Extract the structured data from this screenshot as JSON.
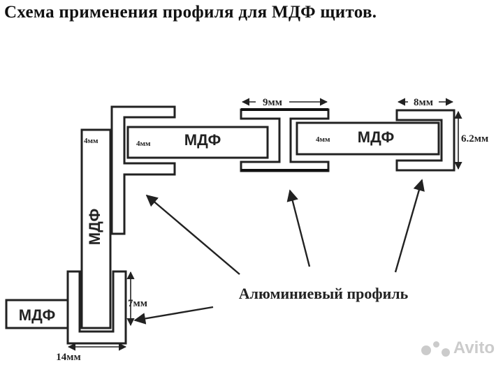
{
  "title": "Схема применения профиля для МДФ щитов.",
  "diagram": {
    "panel_labels": {
      "corner_top": "МДФ",
      "middle": "МДФ",
      "vertical": "МДФ",
      "bottom": "МДФ"
    },
    "thickness_labels": {
      "vertical": "4мм",
      "corner_top": "4мм",
      "middle": "4мм"
    },
    "dimensions": {
      "h_joint_width": "9мм",
      "end_cap_width": "8мм",
      "end_cap_height": "6.2мм",
      "bottom_height": "7мм",
      "bottom_width": "14мм"
    },
    "callout": "Алюминиевый профиль"
  },
  "watermark": "Avito"
}
